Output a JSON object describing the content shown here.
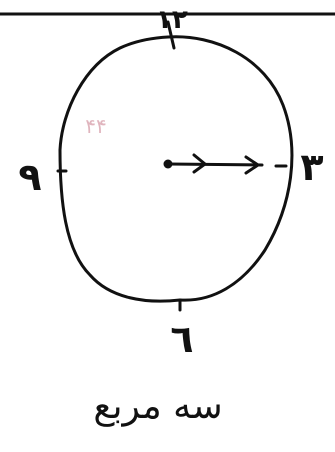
{
  "diagram": {
    "numerals": {
      "top": "١٢",
      "right": "٣",
      "bottom": "٦",
      "left": "٩"
    },
    "caption": "سه مربع",
    "faint_mark": "۴۴"
  },
  "colors": {
    "ink": "#111111",
    "faint_mark": "#c87a8a",
    "background": "#ffffff"
  }
}
